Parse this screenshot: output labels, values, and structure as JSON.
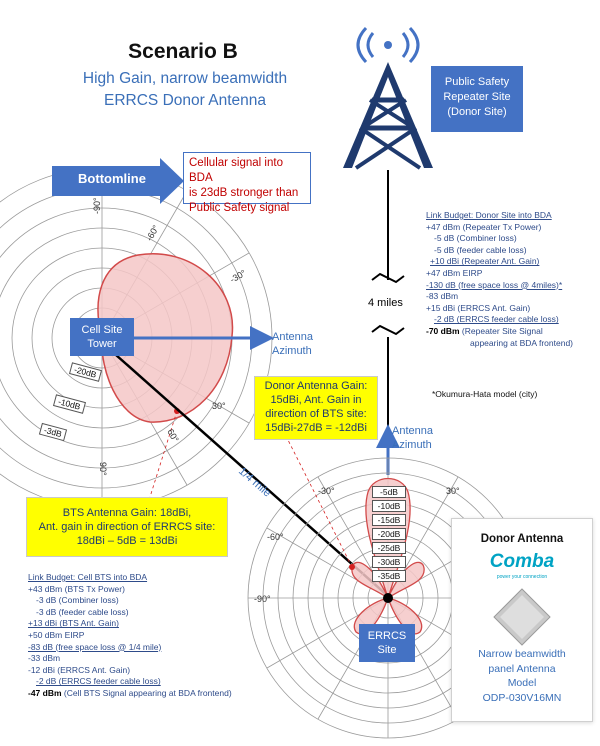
{
  "title": "Scenario B",
  "subtitle": [
    "High Gain, narrow beamwidth",
    "ERRCS Donor Antenna"
  ],
  "bottomline": {
    "label": "Bottomline",
    "message_lines": [
      "Cellular signal into BDA",
      "is 23dB stronger than",
      "Public Safety signal"
    ]
  },
  "public_safety_site": [
    "Public Safety",
    "Repeater Site",
    "(Donor Site)"
  ],
  "distance_label": "4 miles",
  "short_distance_label": "1/4 mile",
  "donor_budget": {
    "header": "Link Budget: Donor Site into BDA",
    "lines": [
      "+47 dBm (Repeater Tx Power)",
      "   -5 dB (Combiner loss)",
      "   -5 dB (feeder cable loss)",
      " +10 dBi (Repeater Ant. Gain)",
      "+47 dBm EIRP",
      "-130 dB (free space loss @ 4miles)*",
      "-83 dBm",
      "+15 dBi (ERRCS Ant. Gain)",
      "   -2 dB (ERRCS feeder cable loss)"
    ],
    "result_value": "-70 dBm",
    "result_text_lines": [
      "(Repeater Site Signal",
      "appearing at BDA frontend)"
    ]
  },
  "okumura_note": "*Okumura-Hata model (city)",
  "donor_gain_box": [
    "Donor Antenna Gain:",
    "15dBi, Ant. Gain in",
    "direction of BTS site:",
    "15dBi-27dB = -12dBi"
  ],
  "bts_gain_box": [
    "BTS Antenna Gain: 18dBi,",
    "Ant. gain in direction of ERRCS site:",
    "18dBi – 5dB = 13dBi"
  ],
  "antenna_azimuth_labels": [
    "Antenna",
    "Azimuth"
  ],
  "cell_site_label": [
    "Cell Site",
    "Tower"
  ],
  "errcs_site_label": [
    "ERRCS",
    "Site"
  ],
  "bts_polar": {
    "angle_labels": [
      "-90°",
      "-60°",
      "-30°",
      "30°",
      "60°",
      "90°"
    ],
    "db_labels": [
      "-20dB",
      "-10dB",
      "-3dB"
    ]
  },
  "errcs_polar": {
    "angle_labels": [
      "-30°",
      "30°",
      "-60°",
      "-90°"
    ],
    "db_labels": [
      "-5dB",
      "-10dB",
      "-15dB",
      "-20dB",
      "-25dB",
      "-30dB",
      "-35dB"
    ]
  },
  "bts_budget": {
    "header": "Link Budget: Cell BTS into BDA",
    "lines": [
      "+43 dBm (BTS Tx Power)",
      "   -3 dB (Combiner loss)",
      "   -3 dB (feeder cable loss)",
      "+13 dBi (BTS Ant. Gain)",
      "+50 dBm EIRP",
      "-83 dB (free space loss @ 1/4 mile)",
      "-33 dBm",
      "-12 dBi (ERRCS Ant. Gain)",
      "  -2 dB (ERRCS feeder cable loss)"
    ],
    "result_value": "-47 dBm",
    "result_text": "(Cell BTS Signal appearing at BDA frontend)"
  },
  "antenna_card": {
    "title": "Donor Antenna",
    "brand": "Comba",
    "tagline": "power your connection",
    "desc_lines": [
      "Narrow beamwidth",
      "panel Antenna",
      "Model",
      "ODP-030V16MN"
    ]
  },
  "colors": {
    "accent_blue": "#4472c4",
    "highlight_yellow": "#ffff00",
    "alert_red": "#c00000",
    "pattern_fill": "#f4c7c7"
  }
}
